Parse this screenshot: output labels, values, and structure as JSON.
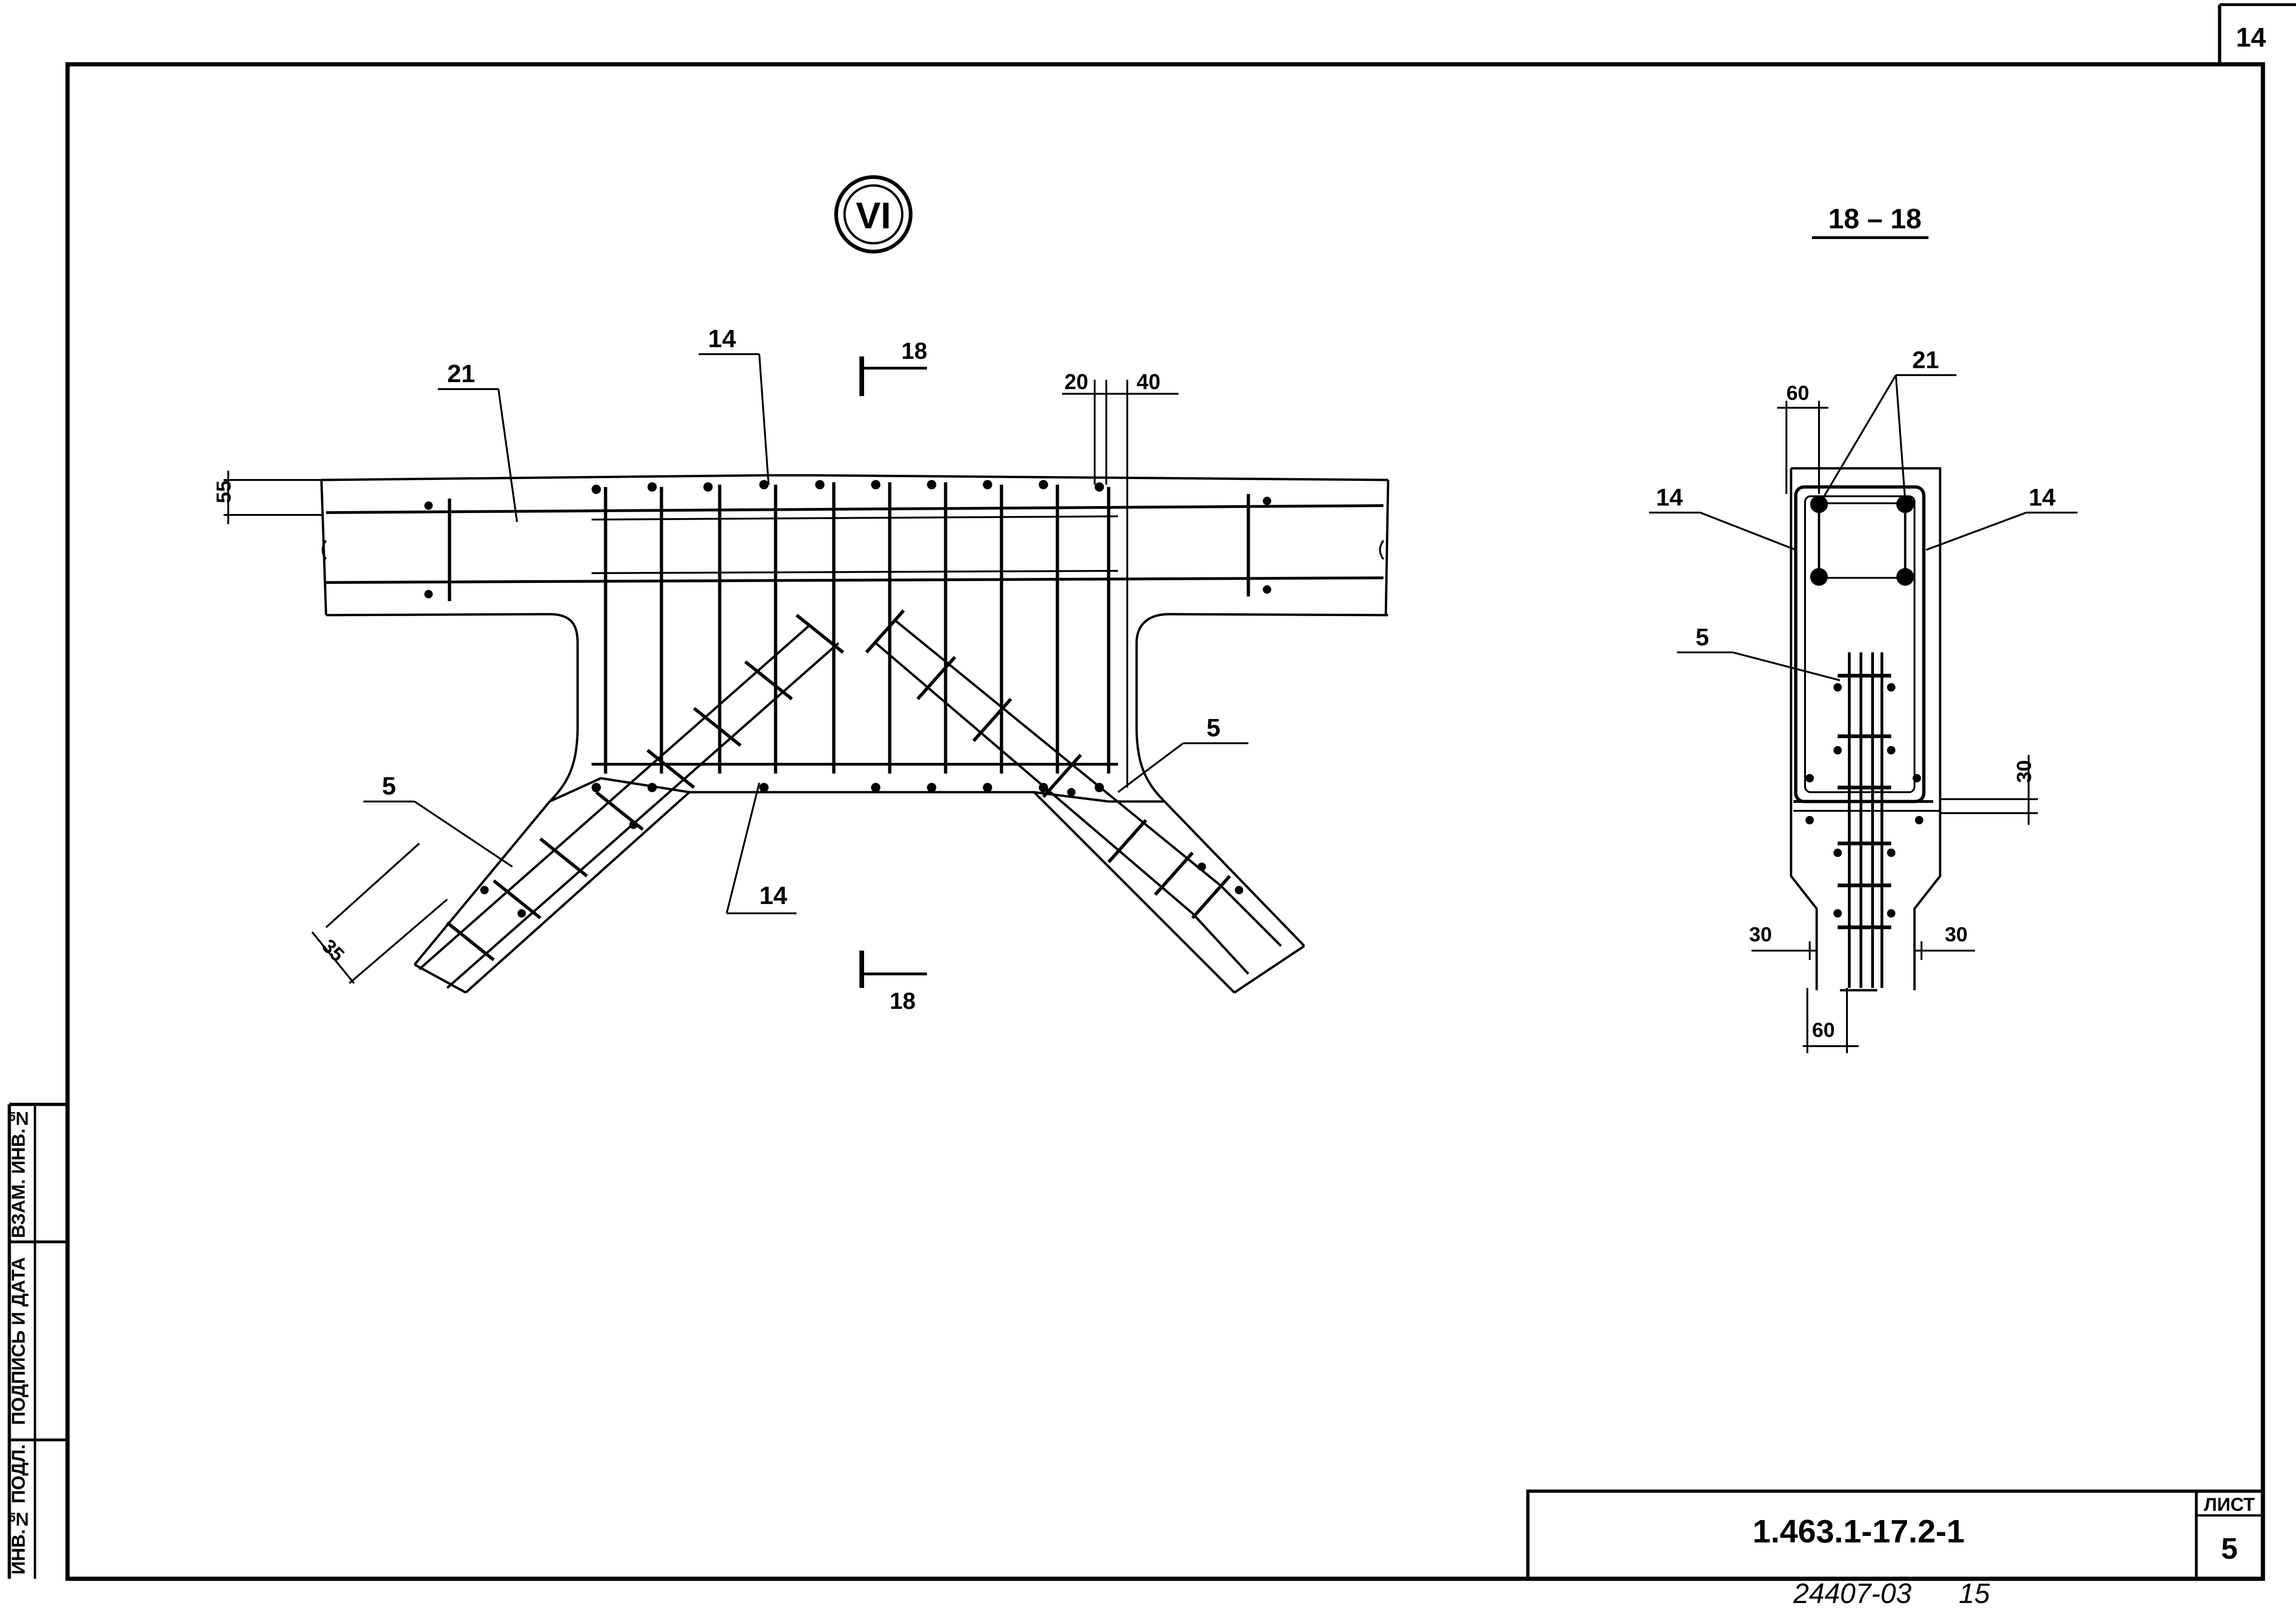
{
  "sheet": {
    "top_corner_number": "14",
    "document_code": "1.463.1-17.2-1",
    "sheet_label": "ЛИСТ",
    "sheet_number": "5",
    "archive_number": "24407-03",
    "archive_page": "15"
  },
  "side_stamp": {
    "inv_podl": "ИНВ.№ ПОДЛ.",
    "podpis_data": "ПОДПИСЬ И ДАТА",
    "vzam_inv": "ВЗАМ. ИНВ.№"
  },
  "node_view": {
    "node_id": "VI",
    "section_mark_top": "18",
    "section_mark_bottom": "18",
    "labels": {
      "pos_21": "21",
      "pos_14_top": "14",
      "pos_14_bottom": "14",
      "pos_5_left": "5",
      "pos_5_right": "5"
    },
    "dims": {
      "d55": "55",
      "d20": "20",
      "d40": "40",
      "d35": "35"
    }
  },
  "section_view": {
    "title": "18 – 18",
    "labels": {
      "pos_21": "21",
      "pos_14_left": "14",
      "pos_14_right": "14",
      "pos_5": "5"
    },
    "dims": {
      "d60_top": "60",
      "d30_right": "30",
      "d30_left_bottom": "30",
      "d30_right_bottom": "30",
      "d60_bottom": "60"
    }
  }
}
